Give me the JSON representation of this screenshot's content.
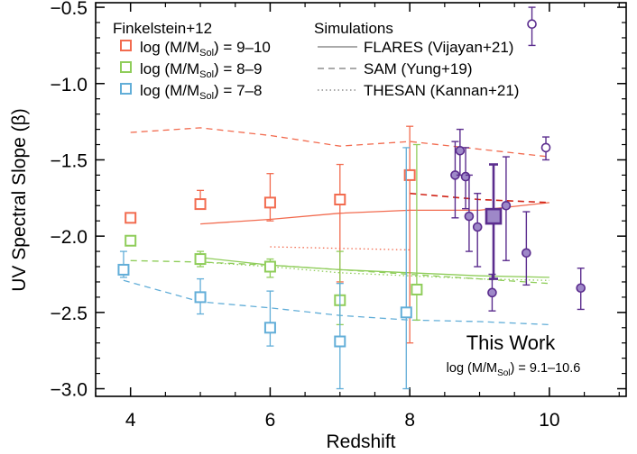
{
  "chart_data": {
    "type": "scatter",
    "xlabel": "Redshift",
    "ylabel": "UV Spectral Slope (β)",
    "xlim": [
      3.5,
      11.1
    ],
    "ylim": [
      -3.05,
      -0.47
    ],
    "x_ticks": [
      4,
      6,
      8,
      10
    ],
    "y_ticks": [
      -3.0,
      -2.5,
      -2.0,
      -1.5,
      -1.0,
      -0.5
    ],
    "x_tick_labels": [
      "4",
      "6",
      "8",
      "10"
    ],
    "y_tick_labels": [
      "−3.0",
      "−2.5",
      "−2.0",
      "−1.5",
      "−1.0",
      "−0.5"
    ],
    "legend_left": {
      "title": "Finkelstein+12",
      "entries": [
        {
          "prefix": "log (M/M",
          "sub": "Sol",
          "suffix": ") = 9–10",
          "color": "#f26b4f"
        },
        {
          "prefix": "log (M/M",
          "sub": "Sol",
          "suffix": ") = 8–9",
          "color": "#8fcd5a"
        },
        {
          "prefix": "log (M/M",
          "sub": "Sol",
          "suffix": ") = 7–8",
          "color": "#62aed8"
        }
      ]
    },
    "legend_right": {
      "title": "Simulations",
      "entries": [
        {
          "label": "FLARES (Vijayan+21)",
          "style": "solid"
        },
        {
          "label": "SAM (Yung+19)",
          "style": "dashed"
        },
        {
          "label": "THESAN (Kannan+21)",
          "style": "dotted"
        }
      ]
    },
    "annotation": {
      "title": "This Work",
      "prefix": "log (M/M",
      "sub": "Sol",
      "suffix": ") = 9.1–10.6",
      "color": "#5b2d8e"
    },
    "observations": [
      {
        "name": "log (M/MSol) = 9–10",
        "color": "#f26b4f",
        "marker": "square",
        "points": [
          {
            "x": 4.0,
            "y": -1.88,
            "ylo": -1.88,
            "yhi": -1.88
          },
          {
            "x": 5.0,
            "y": -1.79,
            "ylo": -1.79,
            "yhi": -1.7
          },
          {
            "x": 6.0,
            "y": -1.78,
            "ylo": -1.9,
            "yhi": -1.59
          },
          {
            "x": 7.0,
            "y": -1.76,
            "ylo": -2.3,
            "yhi": -1.53
          },
          {
            "x": 8.0,
            "y": -1.6,
            "ylo": -2.7,
            "yhi": -1.28
          }
        ]
      },
      {
        "name": "log (M/MSol) = 8–9",
        "color": "#8fcd5a",
        "marker": "square",
        "points": [
          {
            "x": 4.0,
            "y": -2.03,
            "ylo": -2.03,
            "yhi": -2.03
          },
          {
            "x": 5.0,
            "y": -2.15,
            "ylo": -2.2,
            "yhi": -2.1
          },
          {
            "x": 6.0,
            "y": -2.2,
            "ylo": -2.27,
            "yhi": -2.15
          },
          {
            "x": 7.0,
            "y": -2.42,
            "ylo": -2.58,
            "yhi": -2.1
          },
          {
            "x": 8.1,
            "y": -2.35,
            "ylo": -2.55,
            "yhi": -1.4
          }
        ]
      },
      {
        "name": "log (M/MSol) = 7–8",
        "color": "#62aed8",
        "marker": "square",
        "points": [
          {
            "x": 3.9,
            "y": -2.22,
            "ylo": -2.27,
            "yhi": -2.1
          },
          {
            "x": 5.0,
            "y": -2.4,
            "ylo": -2.51,
            "yhi": -2.28
          },
          {
            "x": 6.0,
            "y": -2.6,
            "ylo": -2.72,
            "yhi": -2.36
          },
          {
            "x": 7.0,
            "y": -2.69,
            "ylo": -3.0,
            "yhi": -2.31
          },
          {
            "x": 7.95,
            "y": -2.5,
            "ylo": -3.0,
            "yhi": -1.42
          }
        ]
      }
    ],
    "simulations": [
      {
        "model": "FLARES (Vijayan+21)",
        "style": "solid",
        "color": "#f26b4f",
        "x": [
          5.0,
          6.0,
          7.0,
          8.0,
          9.0,
          10.0
        ],
        "y": [
          -1.92,
          -1.89,
          -1.85,
          -1.83,
          -1.83,
          -1.78
        ]
      },
      {
        "model": "FLARES (Vijayan+21)",
        "style": "solid",
        "color": "#8fcd5a",
        "x": [
          5.0,
          6.0,
          7.0,
          8.0,
          9.0,
          10.0
        ],
        "y": [
          -2.14,
          -2.19,
          -2.22,
          -2.24,
          -2.26,
          -2.27
        ]
      },
      {
        "model": "SAM (Yung+19)",
        "style": "dashed",
        "color": "#f26b4f",
        "x": [
          4.0,
          5.0,
          6.0,
          7.0,
          8.0,
          9.0,
          10.0
        ],
        "y": [
          -1.32,
          -1.29,
          -1.34,
          -1.41,
          -1.38,
          -1.43,
          -1.48
        ]
      },
      {
        "model": "SAM (Yung+19)",
        "style": "dashed",
        "color": "#8fcd5a",
        "x": [
          4.0,
          5.0,
          6.0,
          7.0,
          8.0,
          9.0,
          10.0
        ],
        "y": [
          -2.16,
          -2.17,
          -2.19,
          -2.22,
          -2.25,
          -2.28,
          -2.31
        ]
      },
      {
        "model": "SAM (Yung+19)",
        "style": "dashed",
        "color": "#62aed8",
        "x": [
          3.9,
          5.0,
          6.0,
          7.0,
          8.0,
          9.0,
          10.0
        ],
        "y": [
          -2.29,
          -2.43,
          -2.47,
          -2.52,
          -2.55,
          -2.56,
          -2.58
        ]
      },
      {
        "model": "SAM (Yung+19)",
        "style": "dashed",
        "color": "#d12418",
        "x": [
          8.0,
          9.0,
          10.0
        ],
        "y": [
          -1.72,
          -1.76,
          -1.78
        ]
      },
      {
        "model": "THESAN (Kannan+21)",
        "style": "dotted",
        "color": "#f26b4f",
        "x": [
          6.0,
          7.0,
          8.0
        ],
        "y": [
          -2.07,
          -2.08,
          -2.09
        ]
      },
      {
        "model": "THESAN (Kannan+21)",
        "style": "dotted",
        "color": "#8fcd5a",
        "x": [
          5.0,
          6.0,
          7.0,
          8.0,
          9.0,
          10.0
        ],
        "y": [
          -2.17,
          -2.2,
          -2.24,
          -2.26,
          -2.28,
          -2.29
        ]
      }
    ],
    "this_work": {
      "color": "#5b2d8e",
      "fill": "#9e88c8",
      "points": [
        {
          "x": 8.65,
          "y": -1.6,
          "ylo": -1.88,
          "yhi": -1.38
        },
        {
          "x": 8.72,
          "y": -1.44,
          "ylo": -1.6,
          "yhi": -1.3
        },
        {
          "x": 8.8,
          "y": -1.61,
          "ylo": -1.82,
          "yhi": -1.42
        },
        {
          "x": 8.85,
          "y": -1.87,
          "ylo": -2.1,
          "yhi": -1.6
        },
        {
          "x": 8.97,
          "y": -1.94,
          "ylo": -2.2,
          "yhi": -1.72
        },
        {
          "x": 9.18,
          "y": -2.37,
          "ylo": -2.49,
          "yhi": -2.25
        },
        {
          "x": 9.38,
          "y": -1.8,
          "ylo": -2.16,
          "yhi": -1.48
        },
        {
          "x": 9.67,
          "y": -2.11,
          "ylo": -2.32,
          "yhi": -1.84
        },
        {
          "x": 10.45,
          "y": -2.34,
          "ylo": -2.48,
          "yhi": -2.21
        }
      ],
      "upper_points": [
        {
          "x": 9.75,
          "y": -0.61,
          "ylo": -0.75,
          "yhi": -0.5
        },
        {
          "x": 9.95,
          "y": -1.42,
          "ylo": -1.5,
          "yhi": -1.35
        }
      ],
      "stack": {
        "x": 9.2,
        "y": -1.87,
        "ylo": -2.28,
        "yhi": -1.53
      }
    }
  }
}
